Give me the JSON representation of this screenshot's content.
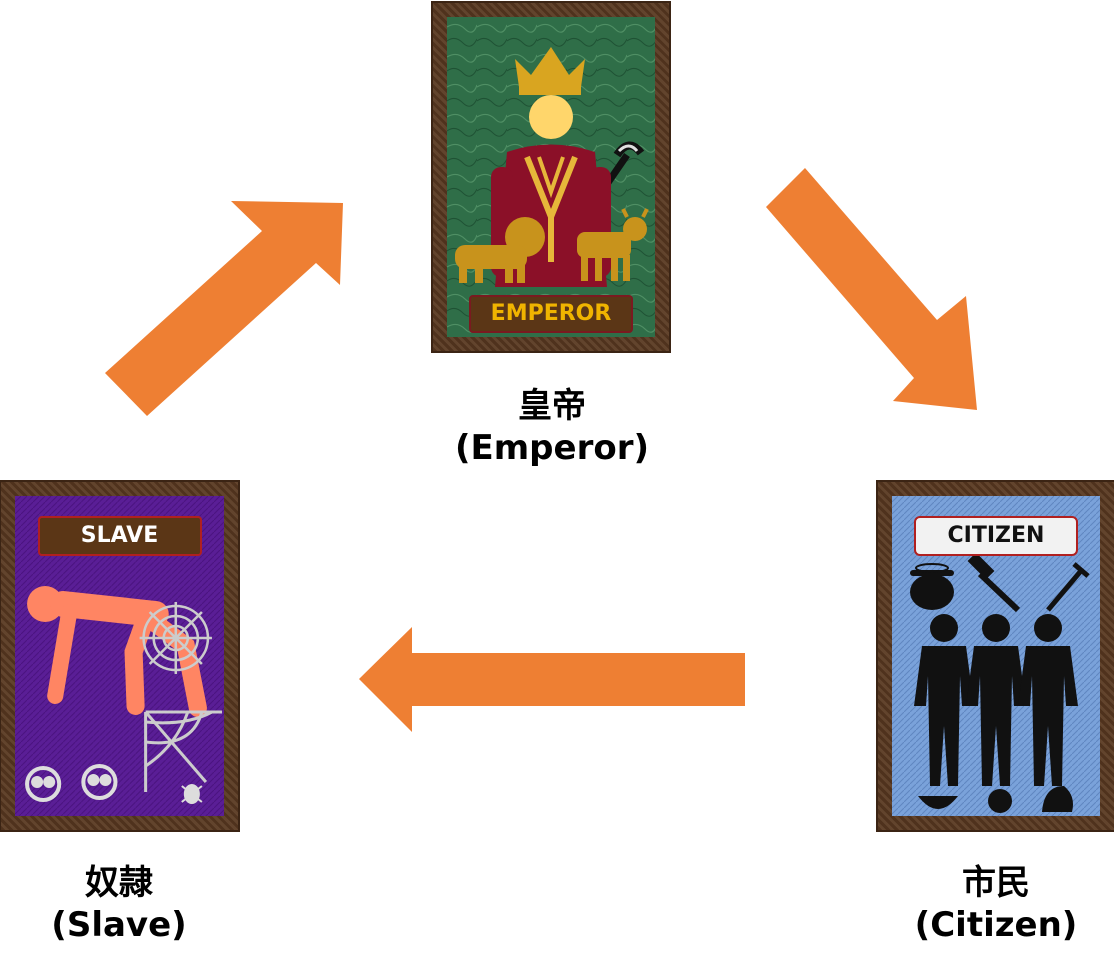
{
  "cards": {
    "emperor": {
      "banner": "EMPEROR",
      "caption_jp": "皇帝",
      "caption_en": "(Emperor)",
      "background_color": "#2e6b45",
      "banner_text_color": "#f0b400"
    },
    "citizen": {
      "banner": "CITIZEN",
      "caption_jp": "市民",
      "caption_en": "(Citizen)",
      "background_color": "#6f98d4",
      "banner_text_color": "#111111"
    },
    "slave": {
      "banner": "SLAVE",
      "caption_jp": "奴隷",
      "caption_en": "(Slave)",
      "background_color": "#5a1e96",
      "banner_text_color": "#ffffff"
    }
  },
  "arrow_color": "#ee7f33",
  "frame_color": "#5a3a22"
}
